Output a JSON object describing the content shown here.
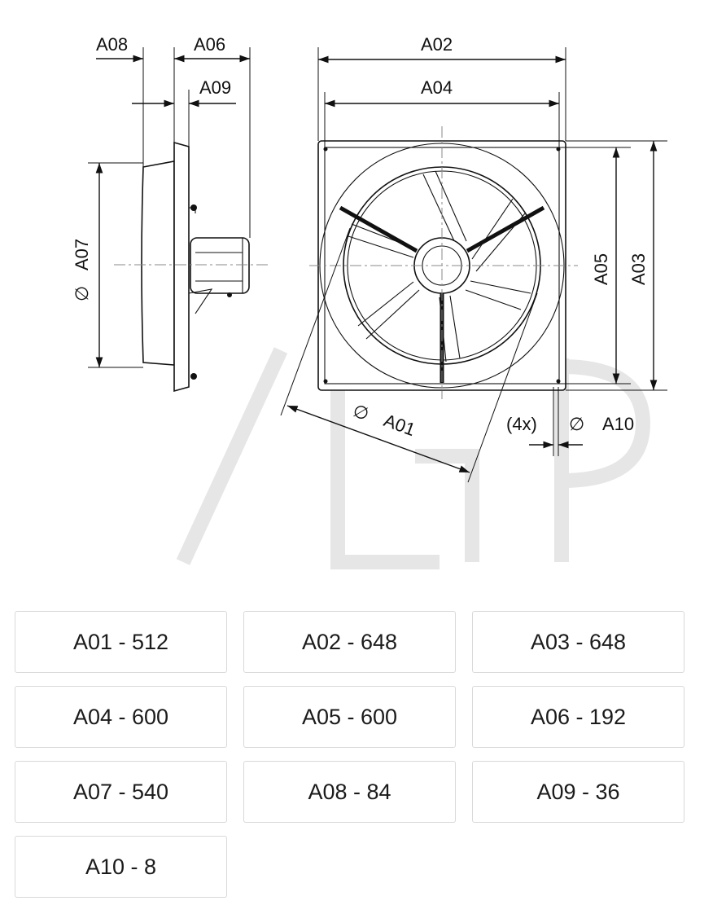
{
  "drawing": {
    "labels": {
      "a01": "A01",
      "a02": "A02",
      "a03": "A03",
      "a04": "A04",
      "a05": "A05",
      "a06": "A06",
      "a07": "A07",
      "a08": "A08",
      "a09": "A09",
      "a10": "A10",
      "diameter": "∅",
      "count_4x": "(4x)"
    }
  },
  "dimensions": [
    {
      "label": "A01 - 512"
    },
    {
      "label": "A02 - 648"
    },
    {
      "label": "A03 - 648"
    },
    {
      "label": "A04 - 600"
    },
    {
      "label": "A05 - 600"
    },
    {
      "label": "A06 - 192"
    },
    {
      "label": "A07 - 540"
    },
    {
      "label": "A08 - 84"
    },
    {
      "label": "A09 - 36"
    },
    {
      "label": "A10 - 8"
    }
  ]
}
